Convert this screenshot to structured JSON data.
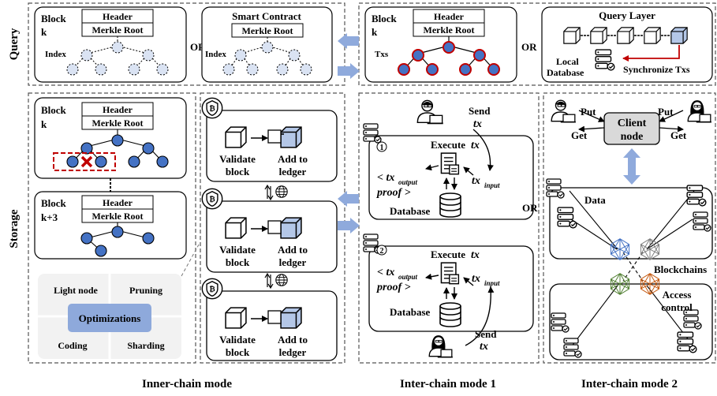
{
  "rows": {
    "query": "Query",
    "storage": "Storage"
  },
  "query_panel": {
    "block_k_1": "Block",
    "block_k_2": "k",
    "header": "Header",
    "merkle_root": "Merkle Root",
    "index": "Index",
    "or": "OR",
    "smart_contract": "Smart Contract",
    "txs": "Txs",
    "query_layer": "Query Layer",
    "local_db_1": "Local",
    "local_db_2": "Database",
    "synchronize_txs": "Synchronize Txs"
  },
  "storage_panel": {
    "block_k_1": "Block",
    "block_k_2": "k",
    "block_k3_1": "Block",
    "block_k3_2": "k+3",
    "header": "Header",
    "merkle_root": "Merkle Root",
    "optimizations": {
      "light_node": "Light node",
      "pruning": "Pruning",
      "center": "Optimizations",
      "coding": "Coding",
      "sharding": "Sharding"
    }
  },
  "inner_chain": {
    "validate_1": "Validate",
    "validate_2": "block",
    "add_1": "Add to",
    "add_2": "ledger"
  },
  "inter_chain_1": {
    "send": "Send",
    "tx": "tx",
    "execute": "Execute",
    "tx_input": "tx",
    "tx_input_sub": "input",
    "tx_output_open": "< tx",
    "tx_output_sub": "output",
    "proof": "proof >",
    "database": "Database",
    "node1": "1",
    "node2": "2"
  },
  "inter_chain_2": {
    "put": "Put",
    "get": "Get",
    "client_1": "Client",
    "client_2": "node",
    "or": "OR",
    "data": "Data",
    "blockchains": "Blockchains",
    "access_1": "Access",
    "access_2": "control"
  },
  "captions": {
    "inner": "Inner-chain mode",
    "inter1": "Inter-chain mode 1",
    "inter2": "Inter-chain mode 2"
  },
  "colors": {
    "tree_blue": "#4472C4",
    "dashed_red": "#C00000",
    "arrow_blue": "#8FAADC",
    "cube_blue": "#B4C7E7",
    "panel_gray": "#F2F2F2",
    "opt_center": "#8EA9DB"
  }
}
